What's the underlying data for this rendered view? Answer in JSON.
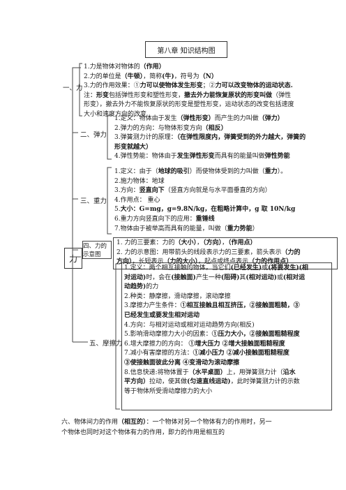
{
  "title": "第八章 知识结构图",
  "root": "力",
  "sections": {
    "s1": {
      "label": "一、力",
      "lines": [
        [
          "1.力是物体对物体的",
          {
            "b": "（作用）"
          }
        ],
        [
          "2.力的单位是",
          {
            "b": "（牛顿）"
          },
          "，简称",
          {
            "b": "(牛)"
          },
          "，符号为",
          {
            "b": "（N）"
          }
        ],
        [
          "3.力的作用效果：①",
          {
            "b": "力可以使物体发生形变"
          },
          "；②",
          {
            "b": "力可以改变物体的运动状态."
          }
        ],
        [
          "   注：",
          {
            "b": "形变"
          },
          "包括弹性形变和塑性形变，",
          {
            "b": "撤去外力能恢复原状的形变叫做"
          },
          "（弹性"
        ],
        [
          "形变），撤去外力不能恢复原状的形变是塑性形变，运动状态的改变包括速度"
        ],
        [
          "大小和速度方向的改变"
        ]
      ]
    },
    "s2": {
      "label": "二、弹力",
      "lines": [
        [
          "1.定义：物体由于发生",
          {
            "b": "（弹性形变）"
          },
          "而产生的力叫做",
          {
            "b": "（弹力）"
          }
        ],
        [
          "2.弹力的方向：与物体形变方向",
          {
            "b": "（相反）"
          }
        ],
        [
          "3.弹簧测力计的原理：",
          {
            "b": "（在弹性限度内，弹簧受到的外力越大，弹簧的"
          }
        ],
        [
          {
            "b": "形变就越大）"
          }
        ],
        [
          "4.弹性势能：物体由于",
          {
            "b": "发生弹性形变"
          },
          "而具有的能量叫做",
          {
            "b": "弹性势能"
          }
        ]
      ]
    },
    "s3": {
      "label": "三、重力",
      "lines": [
        [
          "1.定义：由于（",
          {
            "b": "地球的吸引"
          },
          "）而使物体受到的力叫做（",
          {
            "b": "重力"
          },
          "）。"
        ],
        [
          "2.施力物体：地球"
        ],
        [
          "3.方向：",
          {
            "b": "竖直向下"
          },
          "（竖直方向就是与水平面垂直的方向）"
        ],
        [
          "4.作用点：  重心"
        ],
        [
          "5.",
          {
            "b": "大小：G=mg，g=9.8N/kg，在粗略计算中，g 取 10N/kg"
          }
        ],
        [
          "6.重力方向竖直向下的应用：",
          {
            "b": "重锤线"
          }
        ],
        [
          "7.物体由于被举高而具有的能量，叫做（",
          {
            "b": "重力势能"
          },
          "）"
        ]
      ]
    },
    "s4": {
      "label": "四、力的示意图",
      "lines": [
        [
          "1. 力的三要素：力的",
          {
            "b": "（大小）"
          },
          "，",
          {
            "b": "（方向）"
          },
          "，",
          {
            "b": "（作用点）"
          }
        ],
        [
          "2. 力的示意图：用带箭头的线段表示力的三要素，箭头表示",
          {
            "b": "（力的"
          }
        ],
        [
          {
            "b": "方向）"
          },
          "，长短表示",
          {
            "b": "（力的大小）"
          },
          "，起点或终点表示",
          {
            "b": "（力的作用点）"
          }
        ]
      ]
    },
    "s5": {
      "label": "五、摩擦力",
      "lines": [
        [
          "1.定义：两个相互接触的物体，当它们",
          {
            "b": "(已经发生)"
          },
          "或",
          {
            "b": "(将要发生)(相"
          }
        ],
        [
          {
            "b": "对运动)"
          },
          "时，会在",
          {
            "b": "(接触面)"
          },
          "产生一种",
          {
            "b": "(阻碍)"
          },
          "其",
          {
            "b": "(相对运动)"
          },
          "或",
          {
            "b": "(相对运"
          }
        ],
        [
          {
            "b": "动趋势)"
          },
          "的力"
        ],
        [
          "2.种类：静摩擦，滑动摩擦，滚动摩擦"
        ],
        [
          "3.摩擦力产生条件：",
          {
            "b": "①相互接触且相互挤压，②接触面粗糙，③"
          }
        ],
        [
          {
            "b": "已经发生或要发生相对运动"
          }
        ],
        [
          "4.方向：与相对运动或相对运动趋势方向(相反)"
        ],
        [
          "5.影响滑动摩擦力大小的因素：",
          {
            "b": "①压力大小，②接触面粗糙程度"
          }
        ],
        [
          "6.增大摩擦力的方向：  ",
          {
            "b": "①增大压力  ②增大接触面粗糙程度"
          }
        ],
        [
          "7.减小有害摩擦的方法：",
          {
            "b": "①减小压力  ②减小接触面粗糙程度"
          }
        ],
        [
          {
            "b": "   ③使接触面彼此分离  ④变滑动为滚动摩擦"
          }
        ],
        [
          "8.信息快递:将物体置于",
          {
            "b": "（水平桌面）"
          },
          "上，用弹簧测力计（",
          {
            "b": "沿水"
          }
        ],
        [
          {
            "b": "平方向）"
          },
          "拉动，使其做",
          {
            "b": "(匀速直线运动)"
          },
          "，此时弹簧测力计的示数"
        ],
        [
          "等于物体所受滑动摩擦力的大小"
        ]
      ]
    },
    "s6": {
      "lines": [
        [
          "六、物体间力的作用",
          {
            "b": "（相互的）"
          },
          "：一个物体对另一个物体有力的作用时，另一"
        ],
        [
          "个物体也同时对这个物体有力的作用，即力的作用是相互的"
        ]
      ]
    }
  }
}
